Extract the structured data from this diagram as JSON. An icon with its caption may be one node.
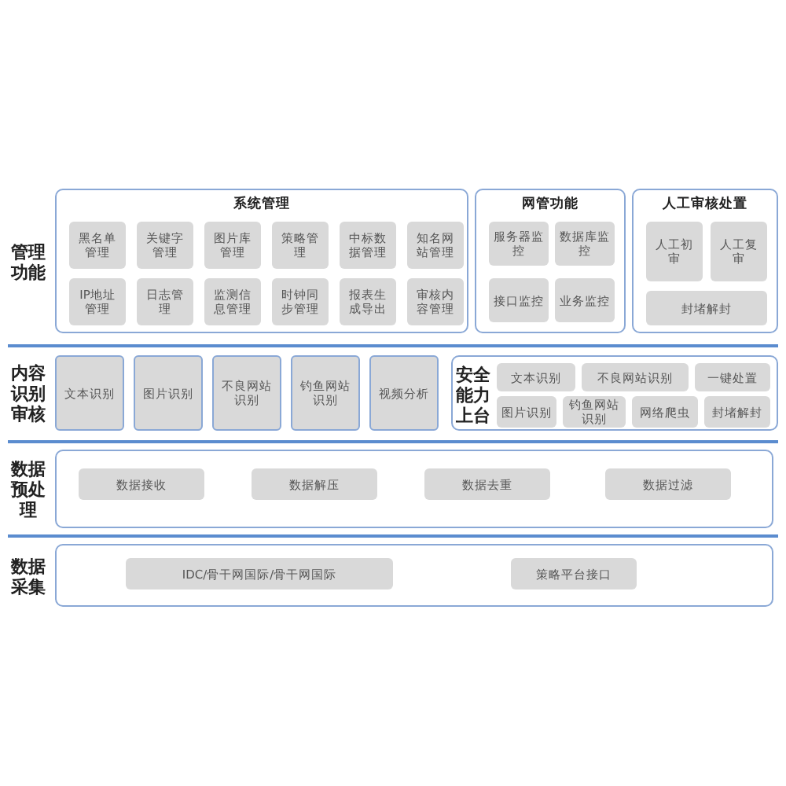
{
  "diagram": {
    "nodes": [
      {
        "text": [
          "管理功能"
        ]
      },
      {
        "text": [
          "系统管理"
        ],
        "in": 0
      },
      {
        "text": [
          "黑名单管理"
        ],
        "in": 1
      },
      {
        "text": [
          "关键字管理"
        ],
        "in": 1
      },
      {
        "text": [
          "图片库管理"
        ],
        "in": 1
      },
      {
        "text": [
          "策略管理"
        ],
        "in": 1
      },
      {
        "text": [
          "中标数据管理"
        ],
        "in": 1
      },
      {
        "text": [
          "知名网站管理"
        ],
        "in": 1
      },
      {
        "text": [
          "IP地址管理"
        ],
        "in": 1
      },
      {
        "text": [
          "日志管理"
        ],
        "in": 1
      },
      {
        "text": [
          "监测信息管理"
        ],
        "in": 1
      },
      {
        "text": [
          "时钟同步管理"
        ],
        "in": 1
      },
      {
        "text": [
          "报表生成导出"
        ],
        "in": 1
      },
      {
        "text": [
          "审核内容管理"
        ],
        "in": 1
      },
      {
        "text": [
          "网管功能"
        ],
        "in": 0
      },
      {
        "text": [
          "服务器监控"
        ],
        "in": 14
      },
      {
        "text": [
          "数据库监控"
        ],
        "in": 14
      },
      {
        "text": [
          "接口监控"
        ],
        "in": 14
      },
      {
        "text": [
          "业务监控"
        ],
        "in": 14
      },
      {
        "text": [
          "人工审核处置"
        ],
        "in": 0
      },
      {
        "text": [
          "人工初审"
        ],
        "in": 19
      },
      {
        "text": [
          "人工复审"
        ],
        "in": 19
      },
      {
        "text": [
          "封堵解封"
        ],
        "in": 19
      },
      {
        "text": [
          "内容识别审核"
        ]
      },
      {
        "text": [
          "文本识别"
        ],
        "in": 23
      },
      {
        "text": [
          "图片识别"
        ],
        "in": 23
      },
      {
        "text": [
          "不良网站识别"
        ],
        "in": 23
      },
      {
        "text": [
          "钓鱼网站识别"
        ],
        "in": 23
      },
      {
        "text": [
          "视频分析"
        ],
        "in": 23
      },
      {
        "text": [
          "安全能力上台"
        ],
        "in": 23
      },
      {
        "text": [
          "文本识别"
        ],
        "in": 29
      },
      {
        "text": [
          "不良网站识别"
        ],
        "in": 29
      },
      {
        "text": [
          "一键处置"
        ],
        "in": 29
      },
      {
        "text": [
          "图片识别"
        ],
        "in": 29
      },
      {
        "text": [
          "钓鱼网站识别"
        ],
        "in": 29
      },
      {
        "text": [
          "网络爬虫"
        ],
        "in": 29
      },
      {
        "text": [
          "封堵解封"
        ],
        "in": 29
      },
      {
        "text": [
          "数据预处理"
        ]
      },
      {
        "text": [
          "数据接收"
        ],
        "in": 37
      },
      {
        "text": [
          "数据解压"
        ],
        "in": 37
      },
      {
        "text": [
          "数据去重"
        ],
        "in": 37
      },
      {
        "text": [
          "数据过滤"
        ],
        "in": 37
      },
      {
        "text": [
          "数据采集"
        ]
      },
      {
        "text": [
          "IDC/骨干网国际/骨干网国际"
        ],
        "in": 42
      },
      {
        "text": [
          "策略平台接口"
        ],
        "in": 42
      }
    ],
    "edges": []
  }
}
